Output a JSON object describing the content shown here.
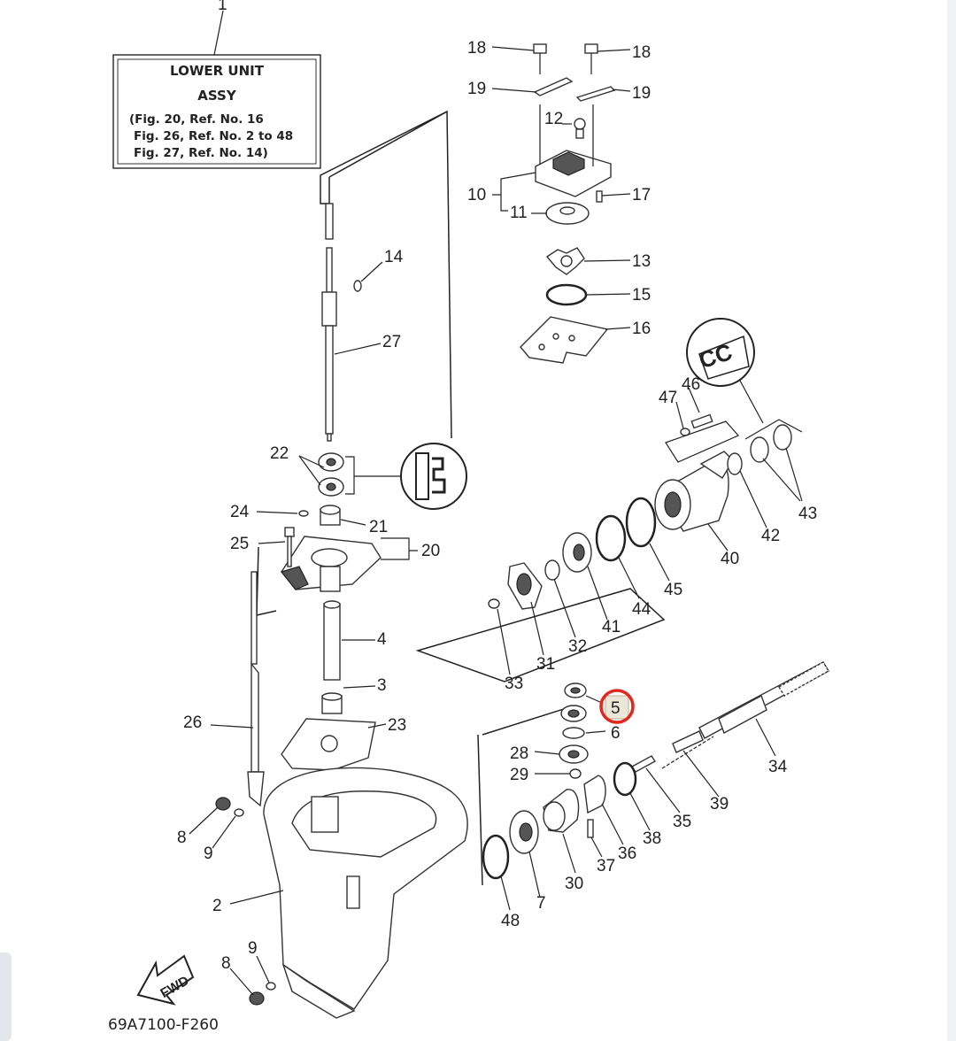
{
  "assy_box": {
    "title_line1": "LOWER UNIT",
    "title_line2": "ASSY",
    "refs": [
      "(Fig. 20, Ref. No. 16",
      "Fig. 26, Ref. No. 2 to 48",
      "Fig. 27, Ref. No. 14)"
    ]
  },
  "labels": {
    "n1": "1",
    "n2": "2",
    "n3": "3",
    "n4": "4",
    "n5": "5",
    "n6": "6",
    "n7": "7",
    "n8a": "8",
    "n8b": "8",
    "n9a": "9",
    "n9b": "9",
    "n10": "10",
    "n11": "11",
    "n12": "12",
    "n13": "13",
    "n14": "14",
    "n15": "15",
    "n16": "16",
    "n17": "17",
    "n18a": "18",
    "n18b": "18",
    "n19a": "19",
    "n19b": "19",
    "n20": "20",
    "n21": "21",
    "n22": "22",
    "n23": "23",
    "n24": "24",
    "n25": "25",
    "n26": "26",
    "n27": "27",
    "n28": "28",
    "n29": "29",
    "n30": "30",
    "n31": "31",
    "n32": "32",
    "n33": "33",
    "n34": "34",
    "n35": "35",
    "n36": "36",
    "n37": "37",
    "n38": "38",
    "n39": "39",
    "n40": "40",
    "n41": "41",
    "n42": "42",
    "n43": "43",
    "n44": "44",
    "n45": "45",
    "n46": "46",
    "n47": "47",
    "n48": "48"
  },
  "fwd_label": "FWD",
  "figure_code": "69A7100-F260",
  "cc_badge": "CC",
  "highlight": {
    "part": "5",
    "color": "#e0281e"
  }
}
